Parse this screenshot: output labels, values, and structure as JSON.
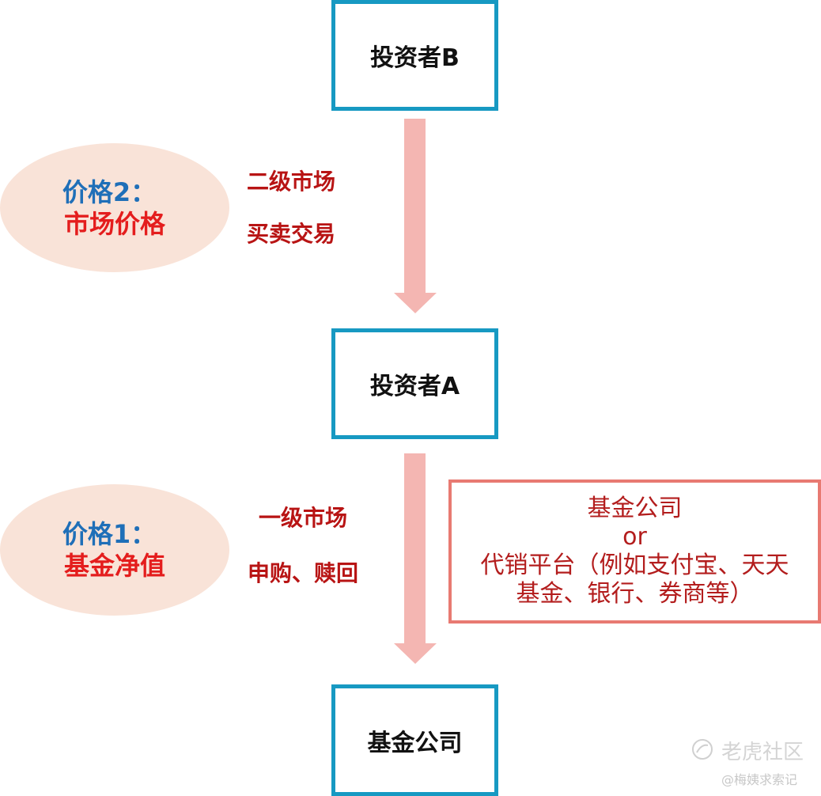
{
  "nodes": {
    "investor_b": "投资者B",
    "investor_a": "投资者A",
    "fund_company": "基金公司"
  },
  "price2": {
    "title": "价格2：",
    "name": "市场价格"
  },
  "price1": {
    "title": "价格1：",
    "name": "基金净值"
  },
  "secondary_market": {
    "line1": "二级市场",
    "line2": "买卖交易"
  },
  "primary_market": {
    "line1": "一级市场",
    "line2": "申购、赎回"
  },
  "channel_note": {
    "line1": "基金公司",
    "line2": "or",
    "line3": "代销平台（例如支付宝、天天",
    "line4": "基金、银行、券商等）"
  },
  "watermark": {
    "brand": "老虎社区",
    "author": "@梅姨求索记"
  },
  "colors": {
    "node_border": "#1799c2",
    "arrow": "#f4b6b2",
    "ellipse_fill": "#f9e3d8",
    "price_title": "#1f6fb8",
    "price_name": "#e41d1d",
    "market_label": "#b81414",
    "note_border": "#e87a72"
  }
}
